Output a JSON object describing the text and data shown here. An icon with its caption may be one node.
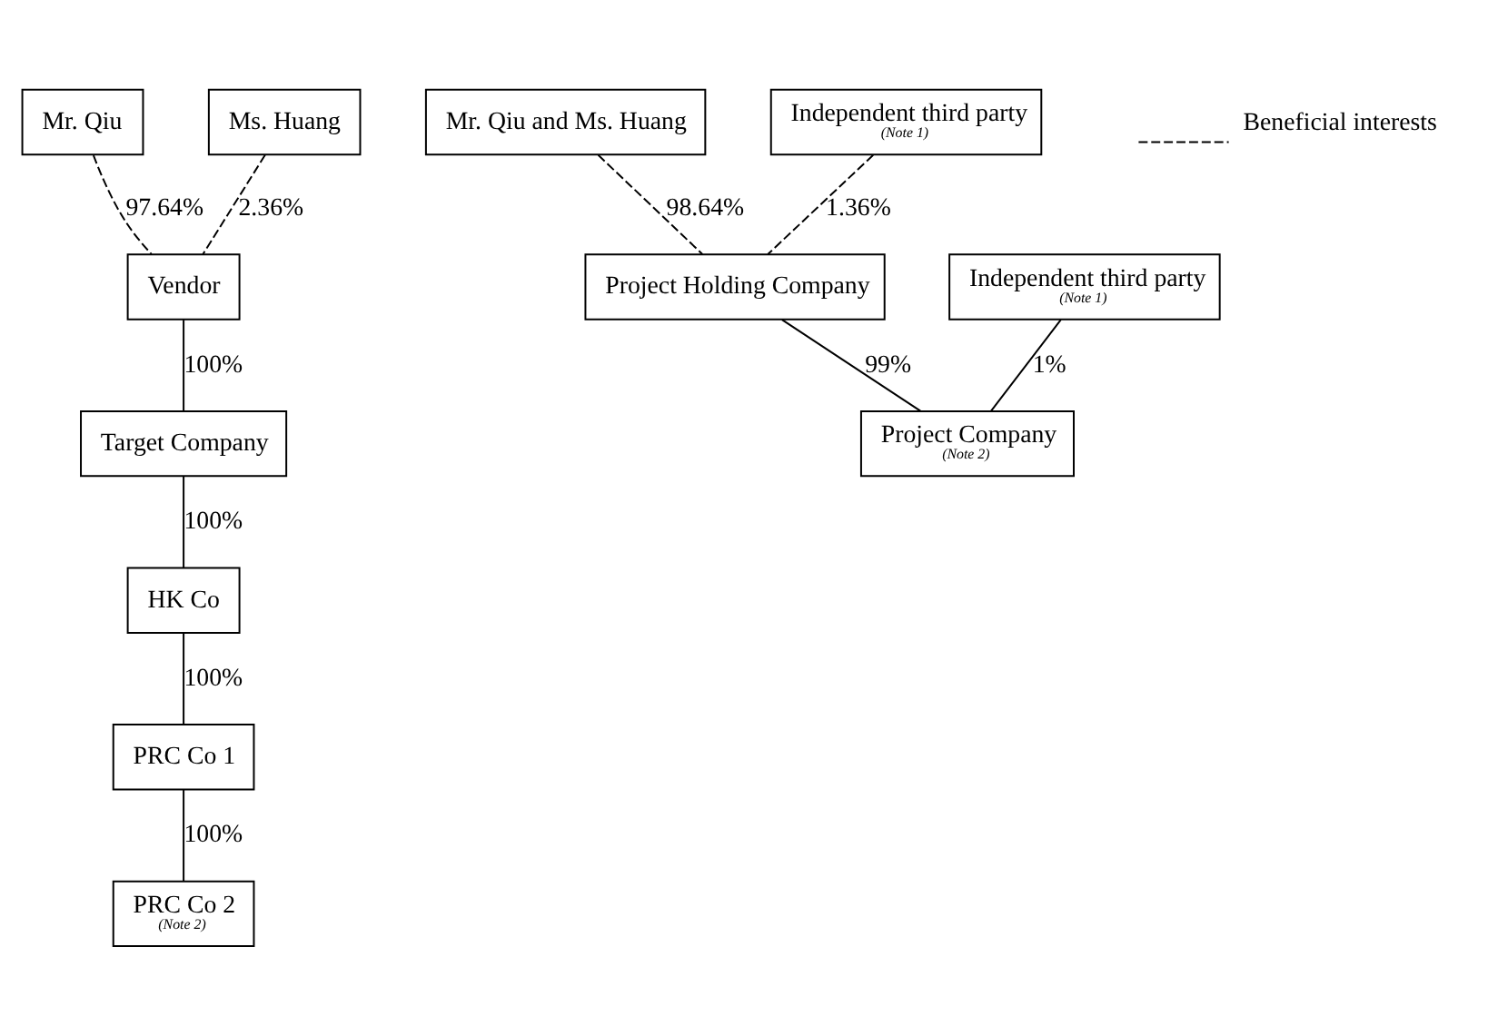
{
  "diagram": {
    "nodes": [
      {
        "text": [
          "Mr. Qiu"
        ]
      },
      {
        "text": [
          "Ms. Huang"
        ]
      },
      {
        "text": [
          "Vendor"
        ]
      },
      {
        "text": [
          "Target Company"
        ]
      },
      {
        "text": [
          "HK Co"
        ]
      },
      {
        "text": [
          "PRC Co 1"
        ]
      },
      {
        "text": [
          "PRC Co 2",
          "(Note 2)"
        ]
      },
      {
        "text": [
          "Mr. Qiu and Ms. Huang"
        ]
      },
      {
        "text": [
          "Independent third party",
          "(Note 1)"
        ]
      },
      {
        "text": [
          "Project Holding Company"
        ]
      },
      {
        "text": [
          "Independent third party",
          "(Note 1)"
        ]
      },
      {
        "text": [
          "Project Company",
          "(Note 2)"
        ]
      }
    ],
    "edges": [
      {
        "from": 0,
        "to": 2,
        "arrow": "none",
        "label": "97.64%",
        "style": "dashed"
      },
      {
        "from": 1,
        "to": 2,
        "arrow": "none",
        "label": "2.36%",
        "style": "dashed"
      },
      {
        "from": 2,
        "to": 3,
        "arrow": "none",
        "label": "100%"
      },
      {
        "from": 3,
        "to": 4,
        "arrow": "none",
        "label": "100%"
      },
      {
        "from": 4,
        "to": 5,
        "arrow": "none",
        "label": "100%"
      },
      {
        "from": 5,
        "to": 6,
        "arrow": "none",
        "label": "100%"
      },
      {
        "from": 7,
        "to": 9,
        "arrow": "none",
        "label": "98.64%",
        "style": "dashed"
      },
      {
        "from": 8,
        "to": 9,
        "arrow": "none",
        "label": "1.36%",
        "style": "dashed"
      },
      {
        "from": 9,
        "to": 11,
        "arrow": "none",
        "label": "99%"
      },
      {
        "from": 10,
        "to": 11,
        "arrow": "none",
        "label": "1%"
      }
    ],
    "legend": [
      {
        "text": "Beneficial interests"
      }
    ]
  }
}
